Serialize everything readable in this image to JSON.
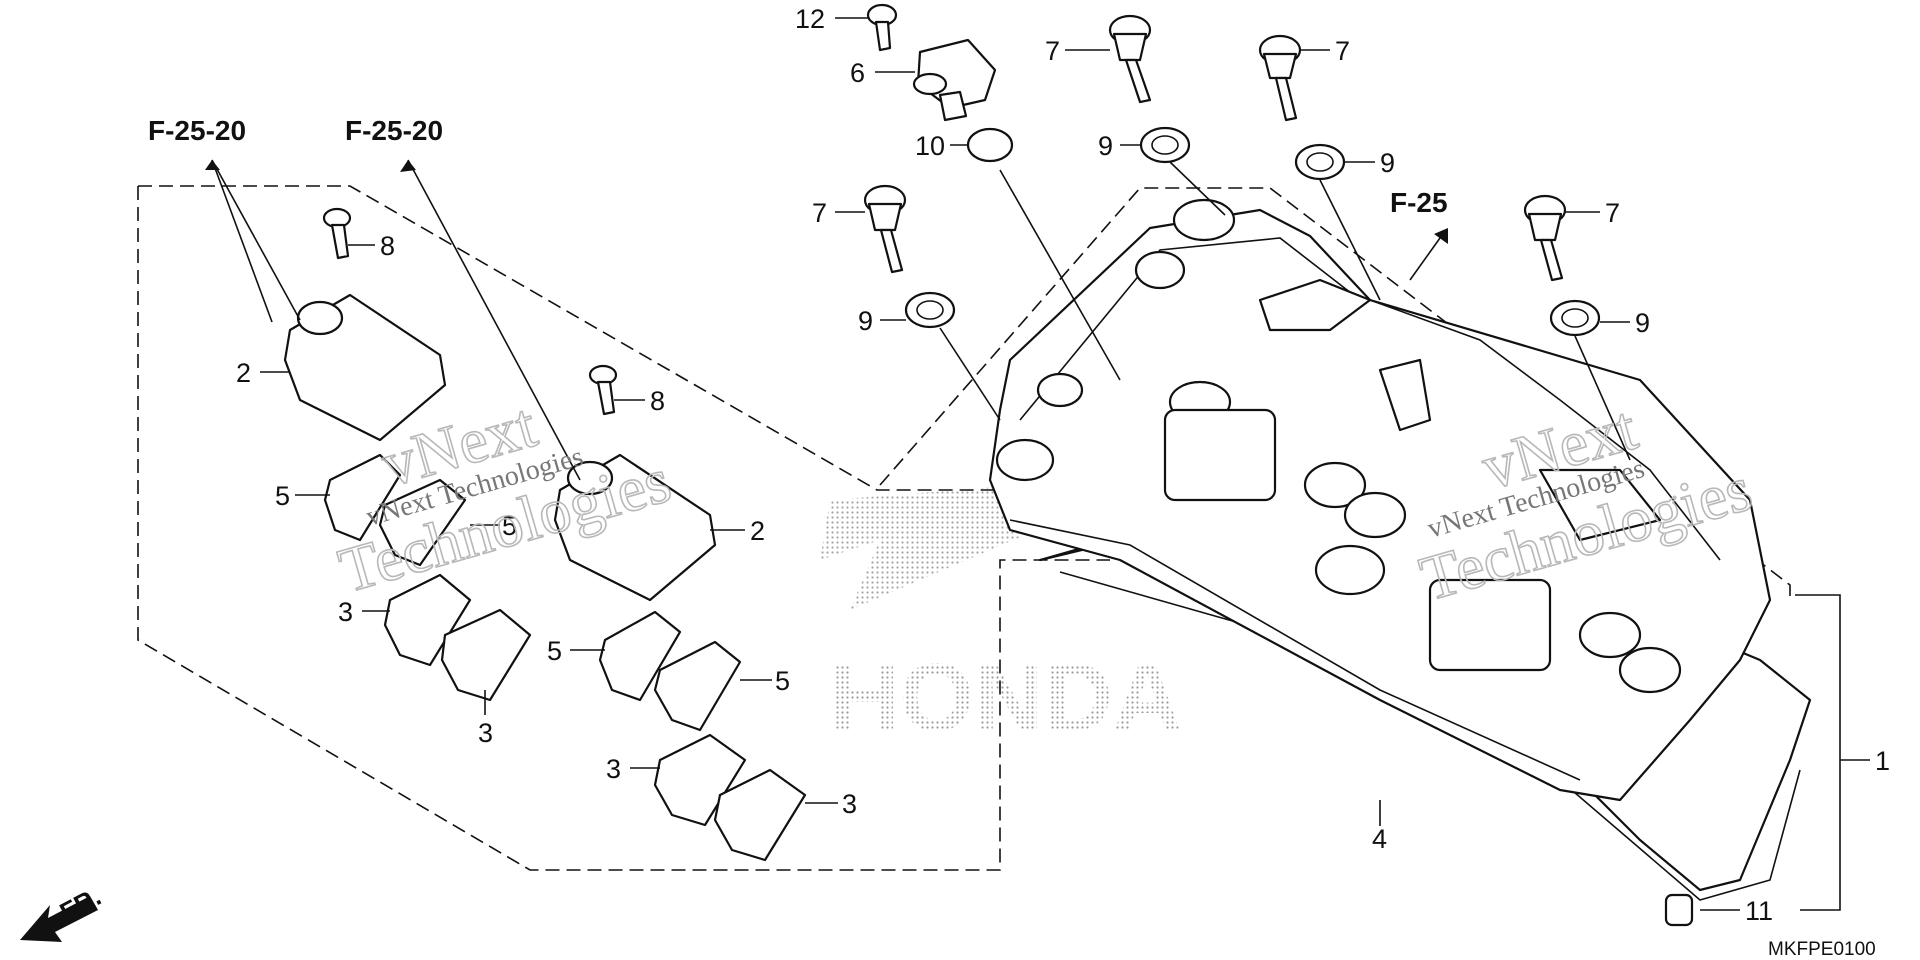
{
  "diagram": {
    "drawing_code": "MKFPE0100",
    "front_label": "FR.",
    "brand_watermark": "HONDA",
    "overlay_watermark": "vNext Technologies",
    "references": {
      "f2520_left": "F-25-20",
      "f2520_right": "F-25-20",
      "f25": "F-25"
    },
    "callouts": {
      "c1": "1",
      "c2a": "2",
      "c2b": "2",
      "c3a": "3",
      "c3b": "3",
      "c3c": "3",
      "c3d": "3",
      "c4": "4",
      "c5a": "5",
      "c5b": "5",
      "c5c": "5",
      "c5d": "5",
      "c6": "6",
      "c7a": "7",
      "c7b": "7",
      "c7c": "7",
      "c7d": "7",
      "c8a": "8",
      "c8b": "8",
      "c9a": "9",
      "c9b": "9",
      "c9c": "9",
      "c9d": "9",
      "c10": "10",
      "c11": "11",
      "c12": "12"
    }
  }
}
